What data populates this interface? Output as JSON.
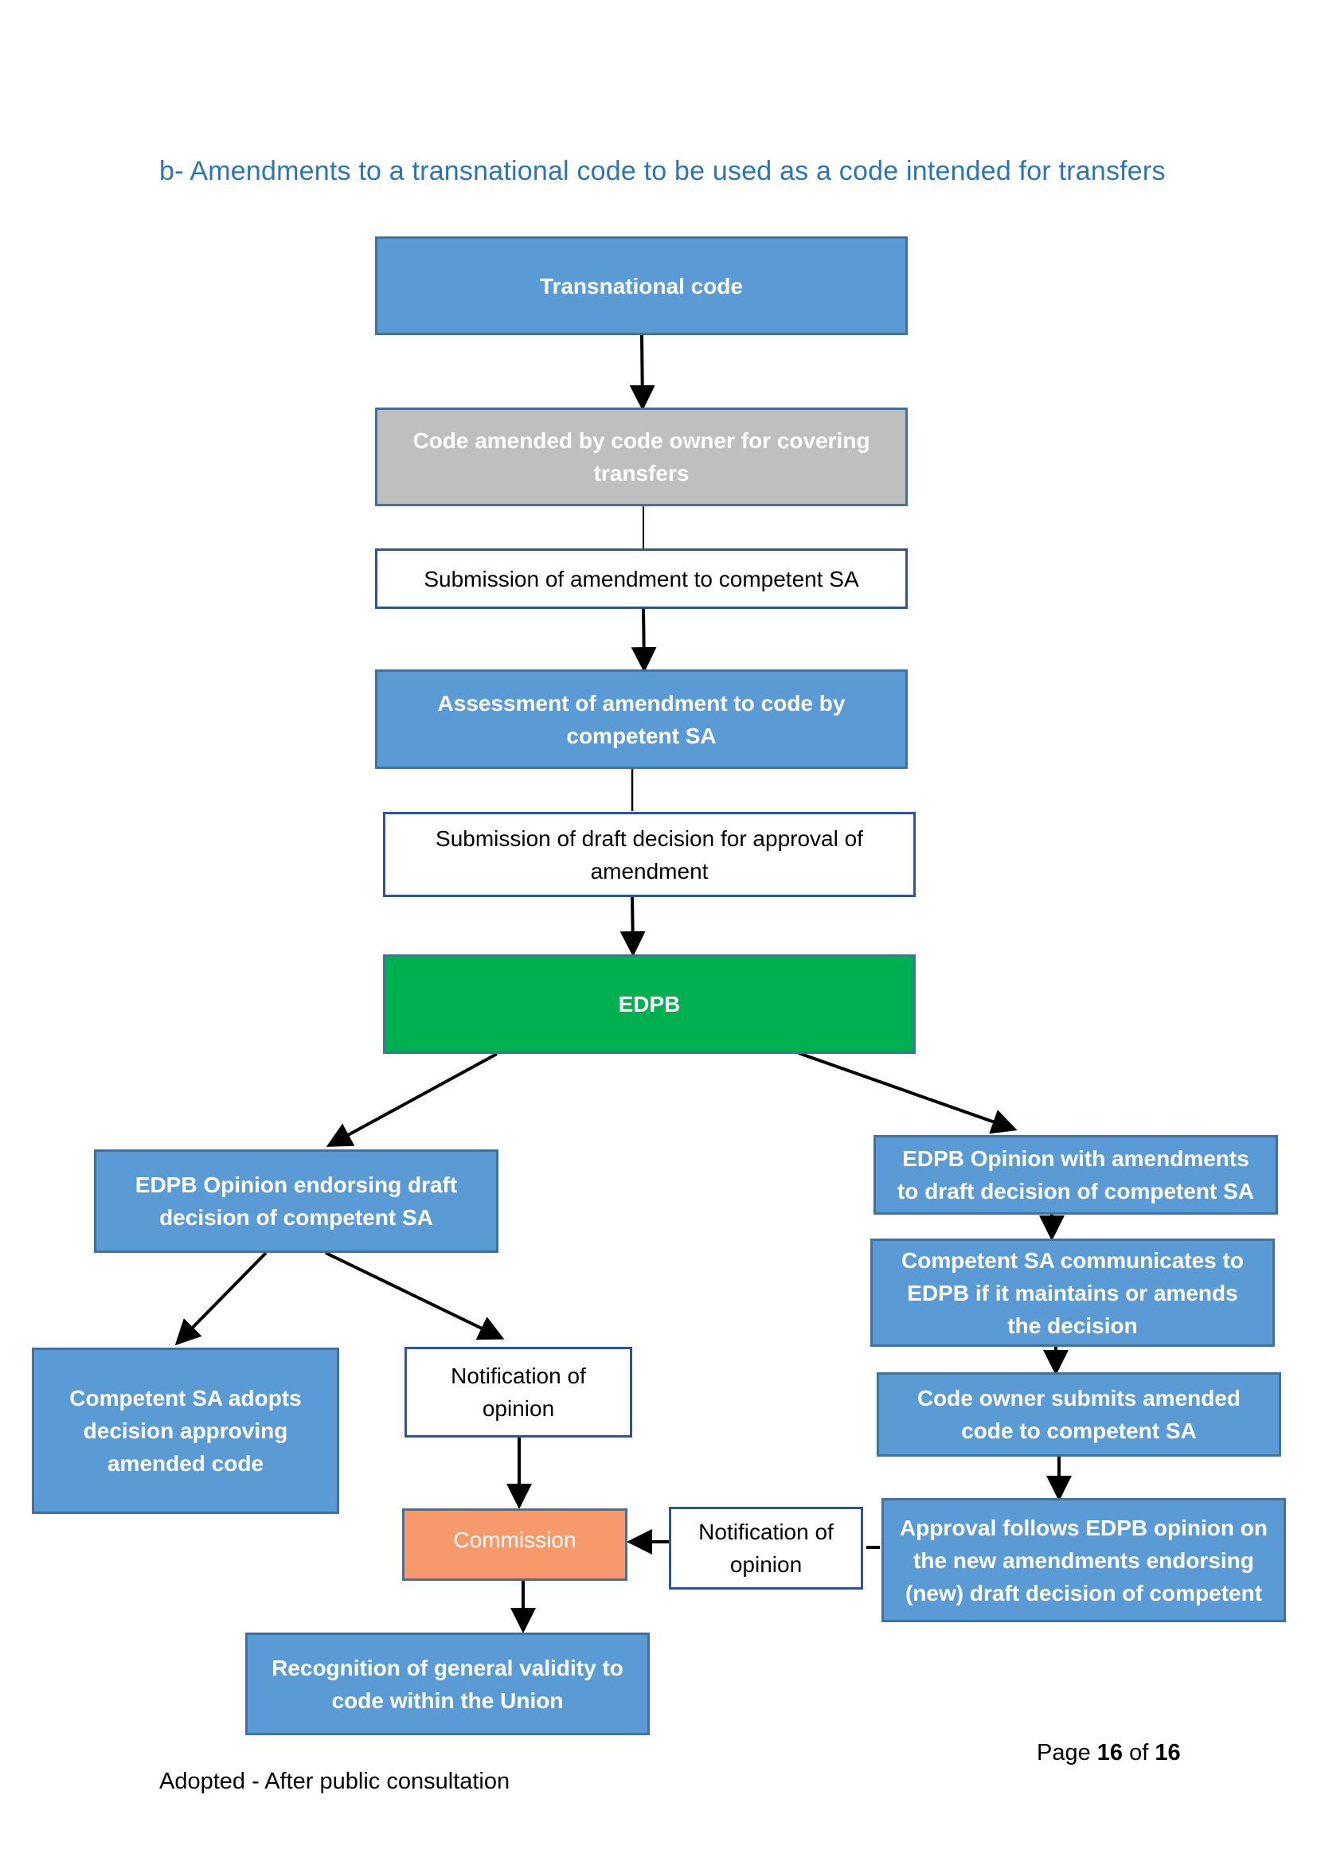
{
  "heading": "b- Amendments to a transnational code to be used as a code intended for transfers",
  "nodes": {
    "transnational_code": "Transnational code",
    "code_amended": "Code amended by code owner for covering transfers",
    "submission_amendment": "Submission of amendment to competent SA",
    "assessment": "Assessment of amendment to code by competent SA",
    "submission_draft": "Submission of draft decision for approval of amendment",
    "edpb": "EDPB",
    "opinion_endorsing": "EDPB Opinion endorsing draft decision of competent SA",
    "opinion_amendments": "EDPB Opinion with amendments to draft decision of competent SA",
    "sa_communicates": "Competent SA communicates to EDPB if it maintains or amends the decision",
    "sa_adopts": "Competent SA adopts decision approving amended code",
    "notification_left": "Notification of opinion",
    "owner_submits": "Code owner submits amended code to competent SA",
    "commission": "Commission",
    "notification_right": "Notification of opinion",
    "approval_follows": "Approval follows EDPB opinion on the new amendments endorsing (new) draft decision of competent",
    "recognition": "Recognition of general validity to code within the Union"
  },
  "footer": {
    "status": "Adopted - After public consultation",
    "page_word": "Page",
    "page_current": "16",
    "page_of": "of",
    "page_total": "16"
  },
  "colors": {
    "blue_fill": "#5b9bd5",
    "border": "#41719c",
    "grey_fill": "#bfbfbf",
    "green_fill": "#00b050",
    "orange_fill": "#f79a6b",
    "heading": "#2e74b5"
  }
}
